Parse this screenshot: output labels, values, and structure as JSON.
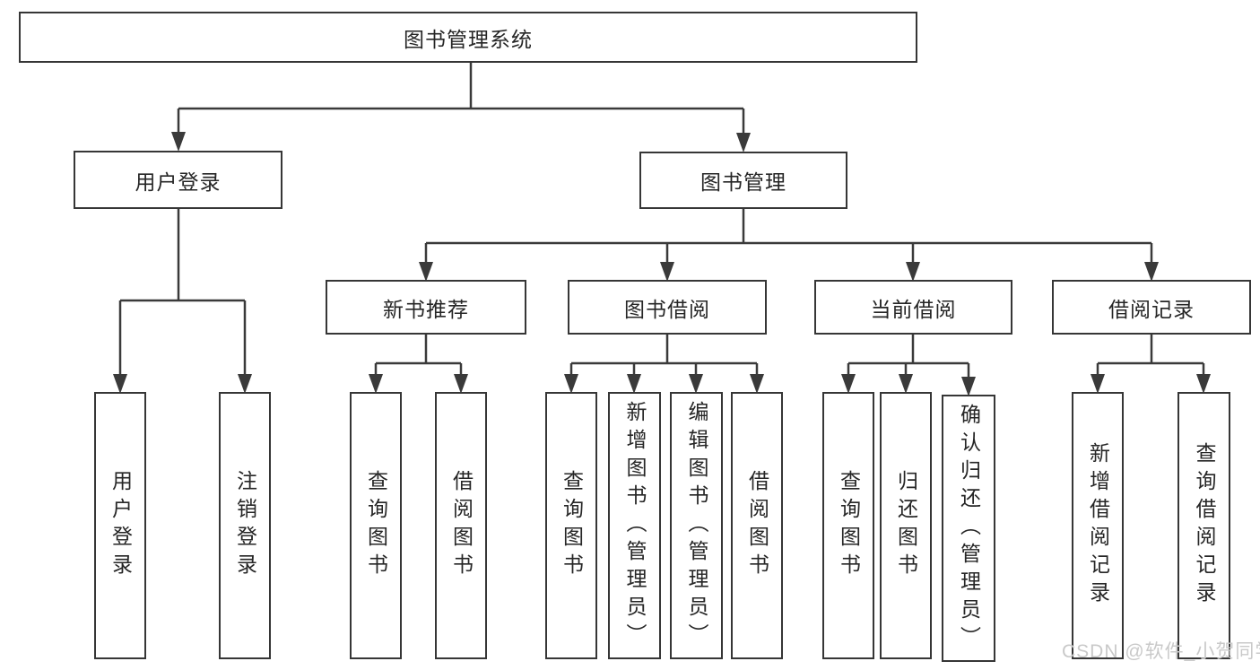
{
  "diagram": {
    "root": {
      "label": "图书管理系统"
    },
    "branches": [
      {
        "label": "用户登录",
        "children": [
          {
            "label": "用户登录"
          },
          {
            "label": "注销登录"
          }
        ]
      },
      {
        "label": "图书管理",
        "children": [
          {
            "label": "新书推荐",
            "children": [
              {
                "label": "查询图书"
              },
              {
                "label": "借阅图书"
              }
            ]
          },
          {
            "label": "图书借阅",
            "children": [
              {
                "label": "查询图书"
              },
              {
                "label": "新增图书（管理员）"
              },
              {
                "label": "编辑图书（管理员）"
              },
              {
                "label": "借阅图书"
              }
            ]
          },
          {
            "label": "当前借阅",
            "children": [
              {
                "label": "查询图书"
              },
              {
                "label": "归还图书"
              },
              {
                "label": "确认归还（管理员）"
              }
            ]
          },
          {
            "label": "借阅记录",
            "children": [
              {
                "label": "新增借阅记录"
              },
              {
                "label": "查询借阅记录"
              }
            ]
          }
        ]
      }
    ]
  },
  "watermark": {
    "text": "CSDN @软件_小贺同学"
  },
  "colors": {
    "line": "#3a3a3a",
    "box-border": "#363636",
    "text": "#262626",
    "background": "#ffffff",
    "watermark": "#c9c9c9"
  }
}
